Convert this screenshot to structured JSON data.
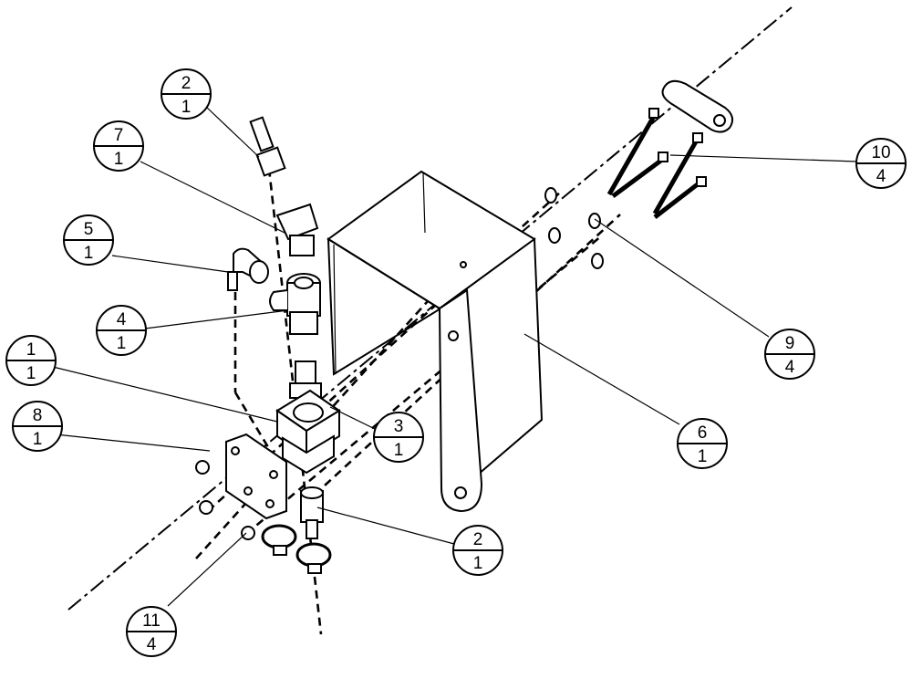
{
  "balloons": [
    {
      "id": "b-2-top",
      "item": "2",
      "qty": "1"
    },
    {
      "id": "b-7",
      "item": "7",
      "qty": "1"
    },
    {
      "id": "b-5",
      "item": "5",
      "qty": "1"
    },
    {
      "id": "b-4",
      "item": "4",
      "qty": "1"
    },
    {
      "id": "b-1",
      "item": "1",
      "qty": "1"
    },
    {
      "id": "b-8",
      "item": "8",
      "qty": "1"
    },
    {
      "id": "b-3",
      "item": "3",
      "qty": "1"
    },
    {
      "id": "b-2-bot",
      "item": "2",
      "qty": "1"
    },
    {
      "id": "b-11",
      "item": "11",
      "qty": "4"
    },
    {
      "id": "b-6",
      "item": "6",
      "qty": "1"
    },
    {
      "id": "b-9",
      "item": "9",
      "qty": "4"
    },
    {
      "id": "b-10",
      "item": "10",
      "qty": "4"
    }
  ]
}
